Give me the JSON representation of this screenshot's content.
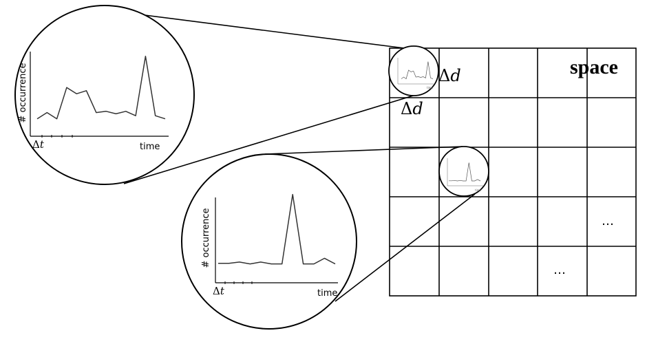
{
  "grid": {
    "label": "space",
    "rows": 5,
    "cols": 5,
    "cell_label": "Δd",
    "ellipsis": "…"
  },
  "lens_top": {
    "y_axis_label": "# occurrence",
    "x_axis_label": "time",
    "x_step_label": "Δt",
    "series": [
      3,
      4,
      3,
      8,
      7,
      7.5,
      4,
      4.2,
      3.8,
      4.2,
      3.5,
      13,
      3.5,
      3
    ]
  },
  "lens_bottom": {
    "y_axis_label": "# occurrence",
    "x_axis_label": "time",
    "x_step_label": "Δt",
    "series": [
      3,
      3,
      3.2,
      2.9,
      3.2,
      2.9,
      2.9,
      14,
      2.9,
      2.9,
      3.8,
      2.9
    ]
  }
}
